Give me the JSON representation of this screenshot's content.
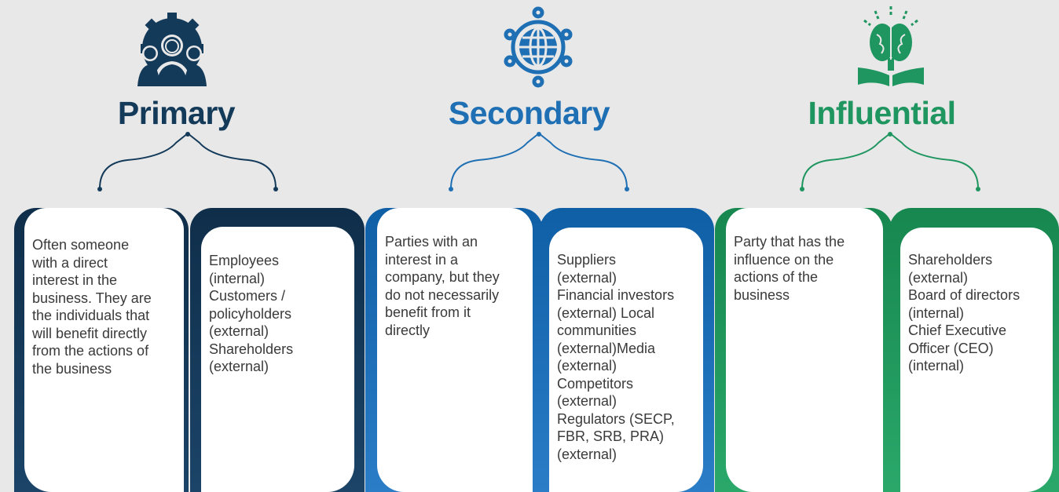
{
  "columns": [
    {
      "title": "Primary",
      "icon": "people-gear-icon",
      "color": "#143a5a",
      "description": "Often someone\nwith a direct\ninterest in the\nbusiness. They are\nthe individuals that\nwill benefit directly\nfrom the actions of\nthe business",
      "examples": "Employees\n(internal)\nCustomers /\npolicyholders\n(external)\nShareholders\n(external)"
    },
    {
      "title": "Secondary",
      "icon": "globe-network-icon",
      "color": "#1e6fb3",
      "description": "Parties with an\ninterest in a\ncompany, but they\ndo not necessarily\nbenefit from it\ndirectly",
      "examples": "Suppliers\n(external)\nFinancial investors\n(external) Local\ncommunities\n(external)Media\n(external)\nCompetitors\n(external)\nRegulators (SECP,\nFBR, SRB, PRA)\n(external)"
    },
    {
      "title": "Influential",
      "icon": "brain-book-icon",
      "color": "#1f9660",
      "description": "Party that has the\ninfluence on the\nactions of the\nbusiness",
      "examples": "Shareholders\n(external)\nBoard of directors\n(internal)\nChief Executive\nOfficer (CEO)\n(internal)"
    }
  ]
}
